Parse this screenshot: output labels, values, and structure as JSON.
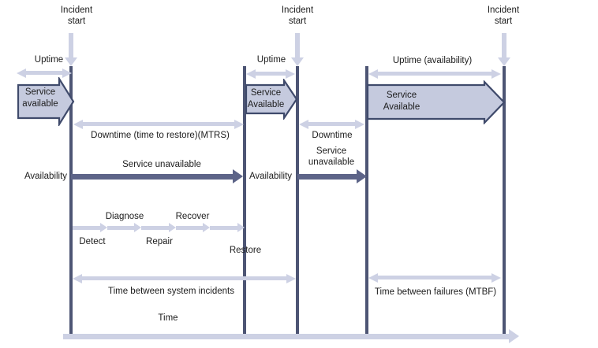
{
  "colors": {
    "timeline_line": "#4d5574",
    "dark_arrow": "#5d6488",
    "light_arrow": "#cdd1e4",
    "block_arrow_fill": "#c5cade",
    "block_arrow_border": "#3f4a6b",
    "text": "#1c1c1c"
  },
  "incident_markers": [
    "Incident start",
    "Incident start",
    "Incident start"
  ],
  "uptime_labels": {
    "left": "Uptime",
    "middle": "Uptime",
    "right": "Uptime (availability)"
  },
  "service_blocks": {
    "left": {
      "line1": "Service",
      "line2": "available"
    },
    "middle": {
      "line1": "Service",
      "line2": "Available"
    },
    "right": {
      "line1": "Service",
      "line2": "Available"
    }
  },
  "downtime_labels": {
    "mtrs": "Downtime (time to restore)(MTRS)",
    "middle": "Downtime"
  },
  "unavailable_labels": {
    "left": "Service unavailable",
    "middle": "Service unavailable"
  },
  "availability_labels": {
    "left": "Availability",
    "middle": "Availability"
  },
  "recovery_steps": {
    "detect": "Detect",
    "diagnose": "Diagnose",
    "repair": "Repair",
    "recover": "Recover",
    "restore": "Restore"
  },
  "span_labels": {
    "tbsi": "Time between system incidents",
    "mtbf": "Time between failures (MTBF)",
    "time_axis": "Time"
  }
}
